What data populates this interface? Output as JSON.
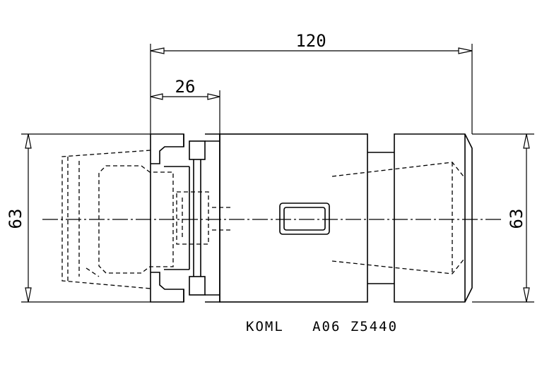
{
  "drawing": {
    "dimensions": {
      "overall_length": "120",
      "flange_length": "26",
      "left_diameter": "63",
      "right_diameter": "63"
    },
    "caption": "KOML   A06 Z5440"
  }
}
